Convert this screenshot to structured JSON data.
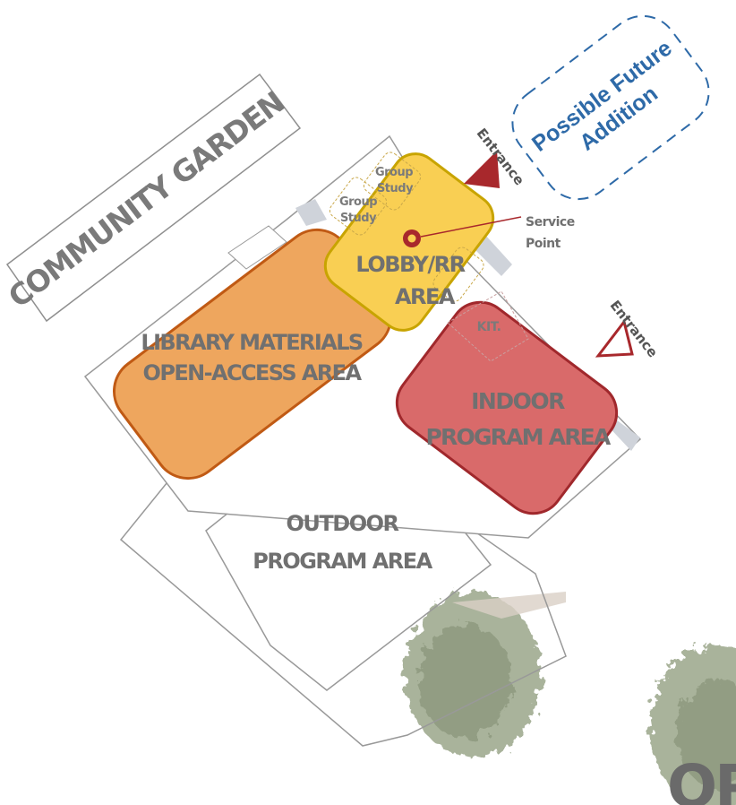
{
  "labels": {
    "community_garden": "COMMUNITY GARDEN",
    "future_addition_line1": "Possible Future",
    "future_addition_line2": "Addition",
    "entrance_top": "Entrance",
    "entrance_right": "Entrance",
    "group_study_1_line1": "Group",
    "group_study_1_line2": "Study",
    "group_study_2_line1": "Group",
    "group_study_2_line2": "Study",
    "service_point_line1": "Service",
    "service_point_line2": "Point",
    "lobby_line1": "LOBBY/RR",
    "lobby_line2": "AREA",
    "kitchen": "KIT.",
    "library_line1": "LIBRARY MATERIALS",
    "library_line2": "OPEN-ACCESS AREA",
    "indoor_line1": "INDOOR",
    "indoor_line2": "PROGRAM AREA",
    "outdoor_line1": "OUTDOOR",
    "outdoor_line2": "PROGRAM AREA",
    "cropped_text": "OP"
  },
  "colors": {
    "lobby_fill": "#f9cf53",
    "lobby_stroke": "#c8a400",
    "library_fill": "#eea65e",
    "library_stroke": "#c05a14",
    "indoor_fill": "#d96a6a",
    "indoor_stroke": "#a0282c",
    "entrance_red": "#a8282c",
    "future_blue": "#2e6aa8",
    "label_gray": "#707070",
    "tree_green": "#9aa68a"
  }
}
